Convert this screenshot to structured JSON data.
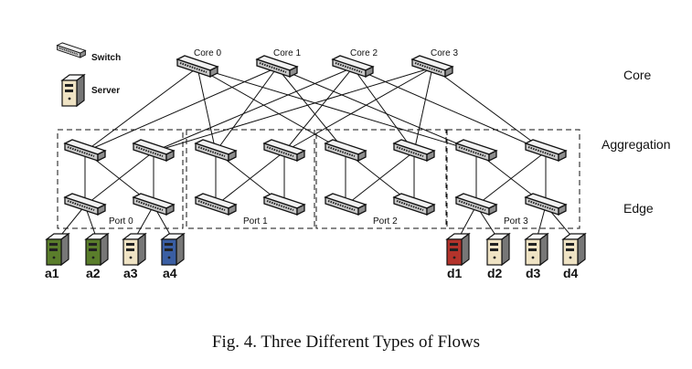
{
  "legend": {
    "switch_label": "Switch",
    "server_label": "Server"
  },
  "tiers": {
    "core": "Core",
    "aggregation": "Aggregation",
    "edge": "Edge"
  },
  "core_switches": [
    "Core 0",
    "Core 1",
    "Core 2",
    "Core 3"
  ],
  "pods": [
    "Port 0",
    "Port 1",
    "Port 2",
    "Port 3"
  ],
  "servers": [
    {
      "label": "a1",
      "color": "#5a7d2b"
    },
    {
      "label": "a2",
      "color": "#5a7d2b"
    },
    {
      "label": "a3",
      "color": "#efe3c4"
    },
    {
      "label": "a4",
      "color": "#3a5ea3"
    },
    {
      "label": "d1",
      "color": "#b4332b"
    },
    {
      "label": "d2",
      "color": "#efe3c4"
    },
    {
      "label": "d3",
      "color": "#efe3c4"
    },
    {
      "label": "d4",
      "color": "#efe3c4"
    }
  ],
  "caption": "Fig. 4.  Three Different Types of Flows"
}
